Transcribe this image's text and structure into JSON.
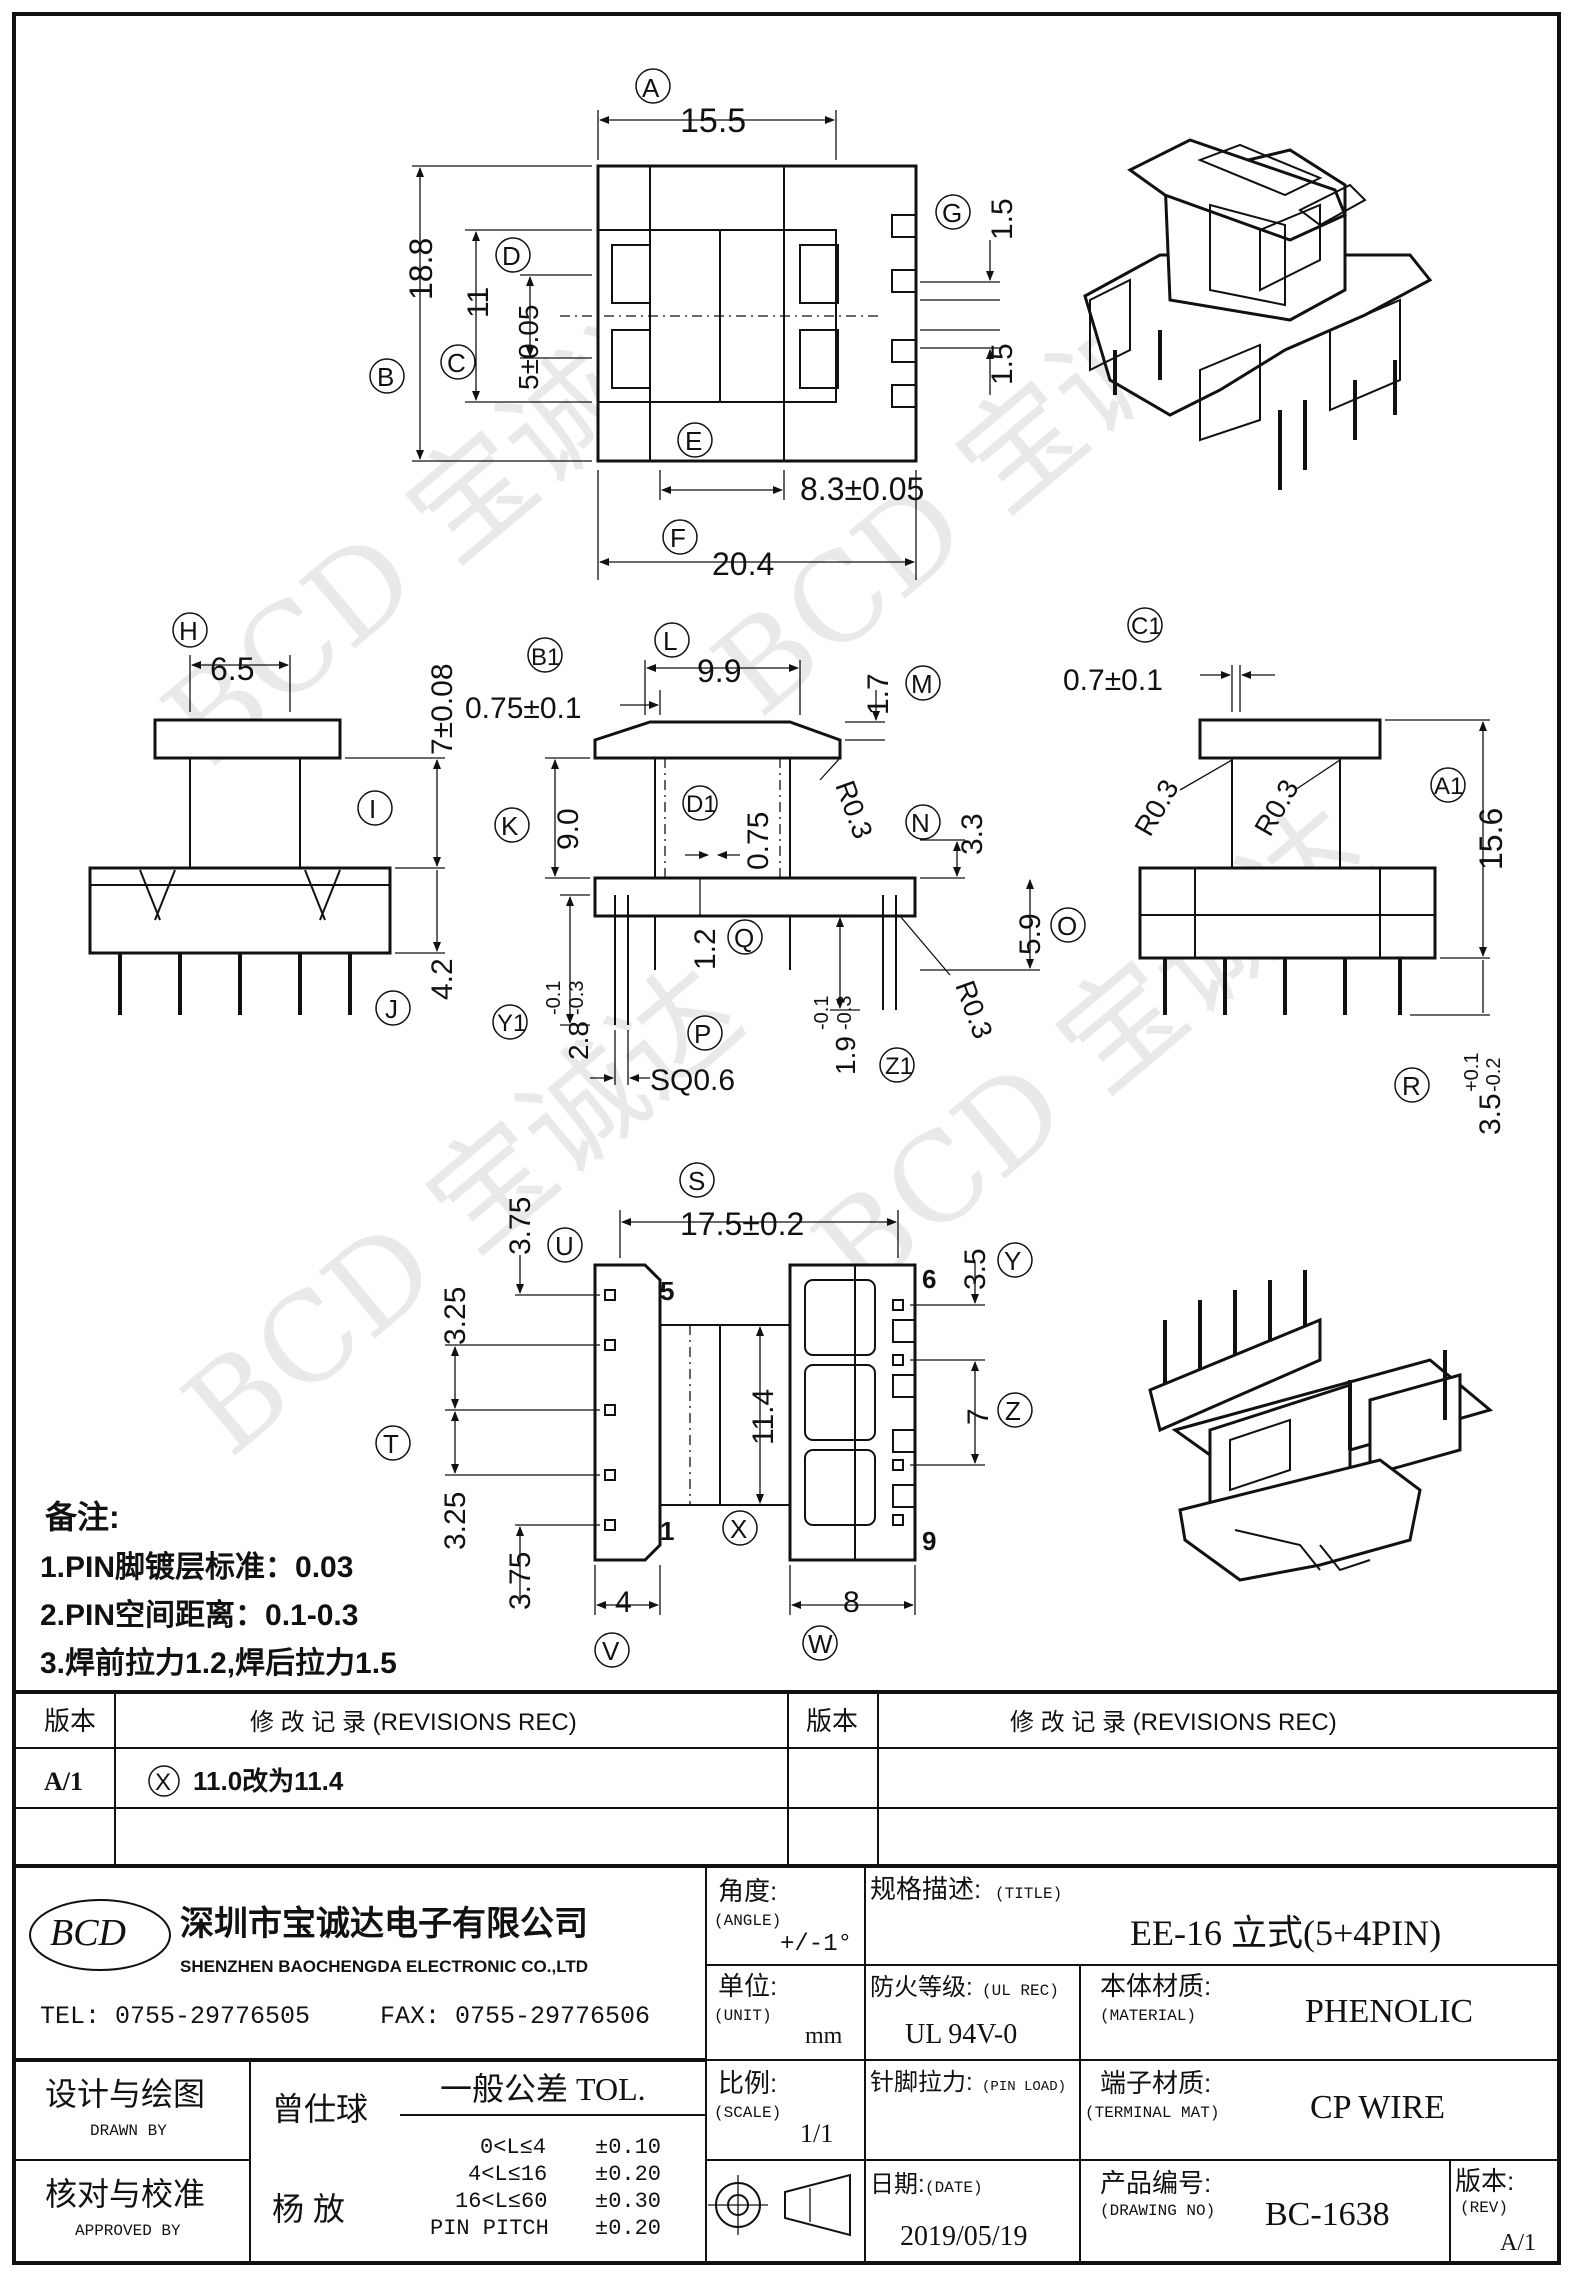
{
  "views": {
    "top": {
      "dims": {
        "A": "15.5",
        "B": "18.8",
        "C": "11",
        "D": "5±0.05",
        "E": "8.3±0.05",
        "F": "20.4",
        "G_top": "1.5",
        "G_bottom": "1.5"
      },
      "labels": [
        "A",
        "B",
        "C",
        "D",
        "E",
        "F",
        "G"
      ]
    },
    "side_left": {
      "dims": {
        "H": "6.5",
        "I": "7±0.08",
        "J": "4.2"
      },
      "labels": [
        "H",
        "I",
        "J"
      ]
    },
    "front": {
      "dims": {
        "L": "9.9",
        "B1": "0.75±0.1",
        "M": "1.7",
        "K": "9.0",
        "D1": "0.75",
        "R03_a": "R0.3",
        "N": "3.3",
        "Q": "1.2",
        "O": "5.9",
        "Y1_val": "2.8",
        "Y1_tol_up": "-0.1",
        "Y1_tol_dn": "-0.3",
        "Z1_val": "1.9",
        "Z1_tol_up": "-0.1",
        "Z1_tol_dn": "-0.3",
        "R03_b": "R0.3",
        "P": "SQ0.6"
      },
      "labels": [
        "L",
        "B1",
        "M",
        "K",
        "D1",
        "N",
        "Q",
        "O",
        "Y1",
        "P",
        "Z1"
      ]
    },
    "side_right": {
      "dims": {
        "C1": "0.7±0.1",
        "A1": "15.6",
        "R03_1": "R0.3",
        "R03_2": "R0.3",
        "R_val": "3.5",
        "R_tol_up": "+0.1",
        "R_tol_dn": "-0.2"
      },
      "labels": [
        "C1",
        "A1",
        "R"
      ]
    },
    "bottom": {
      "dims": {
        "S": "17.5±0.2",
        "U": "3.75",
        "Y": "3.5",
        "T_top": "3.25",
        "T_bot": "3.25",
        "X": "11.4",
        "Z": "7",
        "V_left": "3.75",
        "V": "4",
        "W": "8"
      },
      "labels": [
        "S",
        "U",
        "Y",
        "T",
        "X",
        "Z",
        "V",
        "W"
      ],
      "pin_labels": {
        "p5": "5",
        "p6": "6",
        "p1": "1",
        "p9": "9"
      }
    }
  },
  "notes": {
    "heading": "备注:",
    "items": [
      "1.PIN脚镀层标准：0.03",
      "2.PIN空间距离：0.1-0.3",
      "3.焊前拉力1.2,焊后拉力1.5"
    ]
  },
  "revisions": {
    "col_version": "版本",
    "col_record": "修 改 记 录 (REVISIONS REC)",
    "rows": [
      {
        "version": "A/1",
        "mark": "X",
        "text": "11.0改为11.4"
      }
    ]
  },
  "title_block": {
    "company_cn": "深圳市宝诚达电子有限公司",
    "company_en": "SHENZHEN BAOCHENGDA ELECTRONIC CO.,LTD",
    "logo": "BCD",
    "tel": "TEL: 0755-29776505",
    "fax": "FAX: 0755-29776506",
    "angle_label": "角度:",
    "angle_label_en": "(ANGLE)",
    "angle_value": "+/-1°",
    "unit_label": "单位:",
    "unit_label_en": "(UNIT)",
    "unit_value": "mm",
    "scale_label": "比例:",
    "scale_label_en": "(SCALE)",
    "scale_value": "1/1",
    "title_label": "规格描述:",
    "title_label_en": "(TITLE)",
    "title_value": "EE-16 立式(5+4PIN)",
    "ul_label": "防火等级:",
    "ul_label_en": "(UL REC)",
    "ul_value": "UL 94V-0",
    "material_label": "本体材质:",
    "material_label_en": "(MATERIAL)",
    "material_value": "PHENOLIC",
    "pin_load_label": "针脚拉力:",
    "pin_load_label_en": "(PIN LOAD)",
    "terminal_label": "端子材质:",
    "terminal_label_en": "(TERMINAL MAT)",
    "terminal_value": "CP WIRE",
    "date_label": "日期:",
    "date_label_en": "(DATE)",
    "date_value": "2019/05/19",
    "drawing_no_label": "产品编号:",
    "drawing_no_label_en": "(DRAWING NO)",
    "drawing_no_value": "BC-1638",
    "rev_label": "版本:",
    "rev_label_en": "(REV)",
    "rev_value": "A/1",
    "drawn_label": "设计与绘图",
    "drawn_label_en": "DRAWN BY",
    "drawn_value": "曾仕球",
    "approved_label": "核对与校准",
    "approved_label_en": "APPROVED BY",
    "approved_value": "杨 放",
    "tol_heading": "一般公差 TOL.",
    "tol_rows": [
      {
        "range": "0<L≤4",
        "tol": "±0.10"
      },
      {
        "range": "4<L≤16",
        "tol": "±0.20"
      },
      {
        "range": "16<L≤60",
        "tol": "±0.30"
      },
      {
        "range": "PIN PITCH",
        "tol": "±0.20"
      }
    ]
  }
}
